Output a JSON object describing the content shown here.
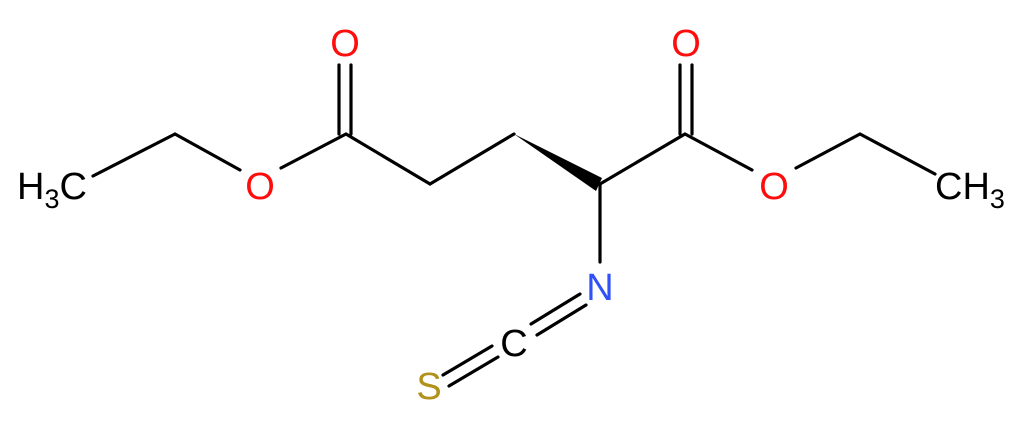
{
  "molecule": {
    "atoms": {
      "o_left_carbonyl": {
        "text": "O",
        "color": "#ff0d0d"
      },
      "o_left_ester": {
        "text": "O",
        "color": "#ff0d0d"
      },
      "o_right_carbonyl": {
        "text": "O",
        "color": "#ff0d0d"
      },
      "o_right_ester": {
        "text": "O",
        "color": "#ff0d0d"
      },
      "n_isothiocyanate": {
        "text": "N",
        "color": "#3050f8"
      },
      "c_isothiocyanate": {
        "text": "C",
        "color": "#000000"
      },
      "s_isothiocyanate": {
        "text": "S",
        "color": "#b2911a"
      },
      "ch3_left": {
        "main": "H",
        "sub": "3",
        "tail": "C",
        "color": "#000000"
      },
      "ch3_right": {
        "main": "CH",
        "sub": "3",
        "color": "#000000"
      }
    },
    "colors": {
      "bond": "#000000",
      "oxygen": "#ff0d0d",
      "nitrogen": "#3050f8",
      "sulfur": "#b2911a",
      "background": "#ffffff"
    }
  }
}
